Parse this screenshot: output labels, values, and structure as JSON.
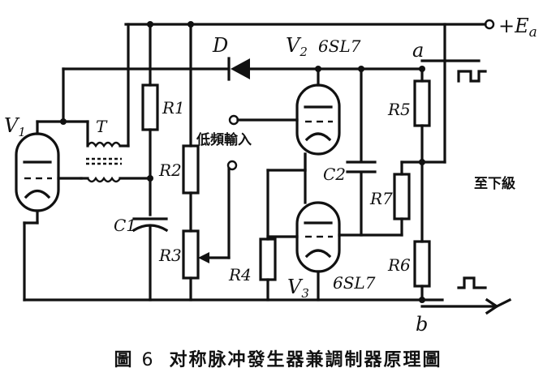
{
  "labels": {
    "supply": "+E",
    "supply_sub": "a",
    "diode": "D",
    "tube_v1": "V",
    "tube_v1_sub": "1",
    "tube_v2": "V",
    "tube_v2_sub": "2",
    "tube_v2_type": "6SL7",
    "tube_v3": "V",
    "tube_v3_sub": "3",
    "tube_v3_type": "6SL7",
    "transformer": "T",
    "r1": "R1",
    "r2": "R2",
    "r3": "R3",
    "r4": "R4",
    "r5": "R5",
    "r6": "R6",
    "r7": "R7",
    "c1": "C1",
    "c2": "C2",
    "node_a": "a",
    "node_b": "b",
    "low_freq_input": "低頻輸入",
    "to_next_stage": "至下級"
  },
  "caption": {
    "prefix": "圖",
    "number": "6",
    "text": "对称脉冲發生器兼調制器原理圖"
  }
}
